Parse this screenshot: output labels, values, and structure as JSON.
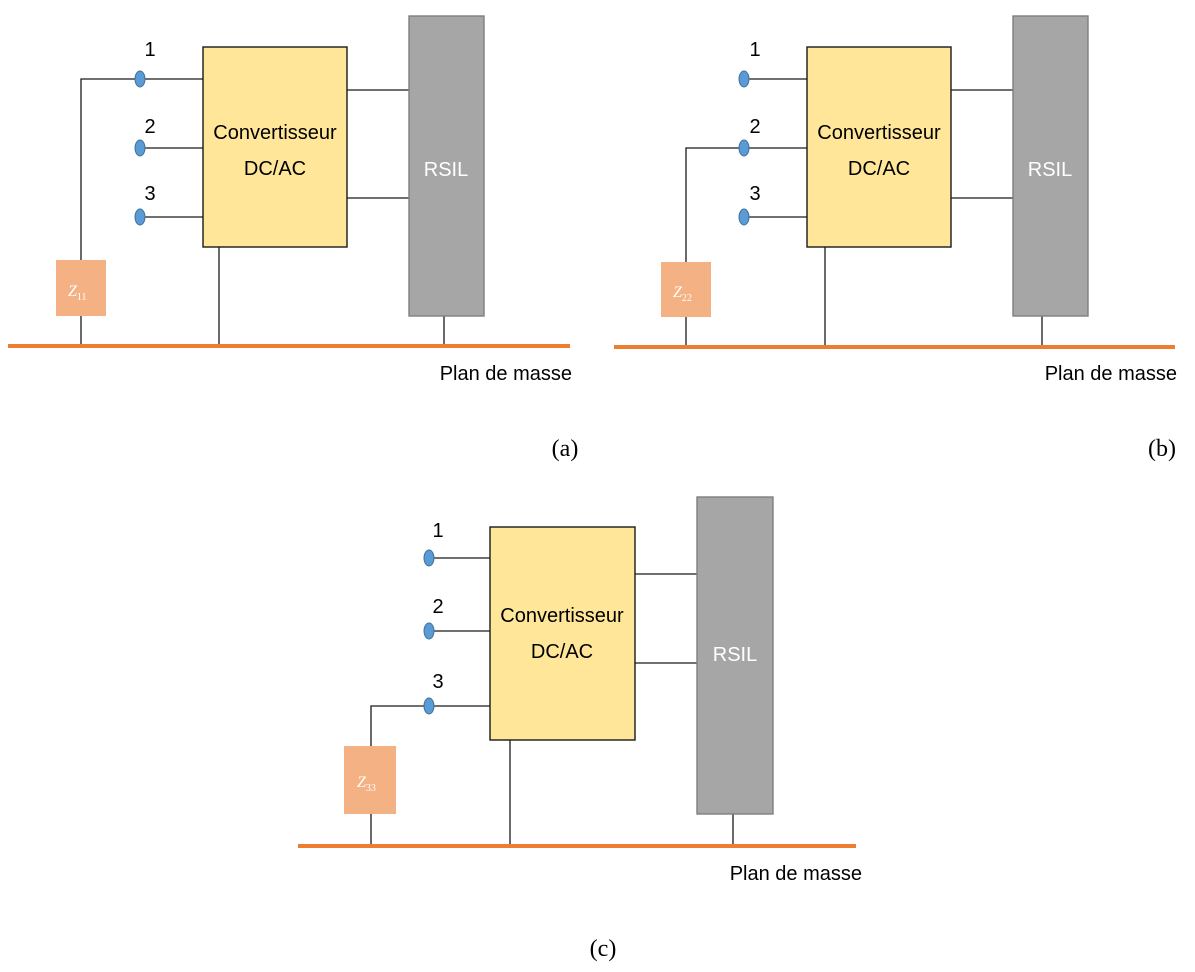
{
  "diagrams": [
    {
      "caption": "(a)",
      "converter_line1": "Convertisseur",
      "converter_line2": "DC/AC",
      "rsil_label": "RSIL",
      "ground_label": "Plan de masse",
      "terminals": [
        "1",
        "2",
        "3"
      ],
      "impedance_symbol": "Z",
      "impedance_index": "11",
      "connected_terminal": "1"
    },
    {
      "caption": "(b)",
      "converter_line1": "Convertisseur",
      "converter_line2": "DC/AC",
      "rsil_label": "RSIL",
      "ground_label": "Plan de masse",
      "terminals": [
        "1",
        "2",
        "3"
      ],
      "impedance_symbol": "Z",
      "impedance_index": "22",
      "connected_terminal": "2"
    },
    {
      "caption": "(c)",
      "converter_line1": "Convertisseur",
      "converter_line2": "DC/AC",
      "rsil_label": "RSIL",
      "ground_label": "Plan de masse",
      "terminals": [
        "1",
        "2",
        "3"
      ],
      "impedance_symbol": "Z",
      "impedance_index": "33",
      "connected_terminal": "3"
    }
  ],
  "colors": {
    "converter_fill": "#ffe699",
    "rsil_fill": "#a6a6a6",
    "impedance_fill": "#f4b183",
    "terminal_fill": "#5b9bd5",
    "ground_plane": "#ed7d31"
  }
}
